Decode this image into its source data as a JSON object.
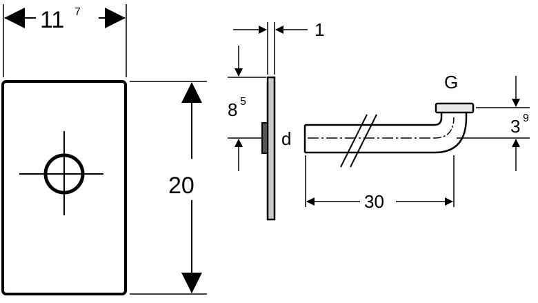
{
  "labels": {
    "width_main": "11",
    "width_sup": "7",
    "height": "20",
    "thickness": "1",
    "offset_main": "8",
    "offset_sup": "5",
    "pipe_d": "d",
    "thread": "G",
    "length": "30",
    "rise_main": "3",
    "rise_sup": "9"
  },
  "icons": {
    "dimension_arrow": "arrowhead-icon",
    "center_mark": "crosshair-icon",
    "break_mark": "break-line-icon"
  },
  "colors": {
    "line": "#000000",
    "background": "#ffffff"
  }
}
